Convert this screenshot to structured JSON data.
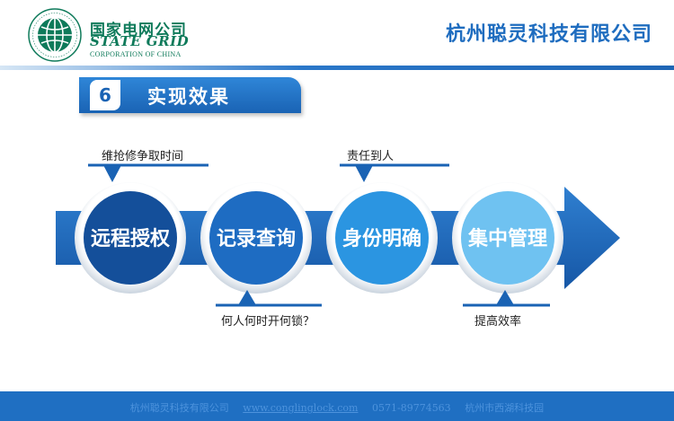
{
  "header": {
    "brand_cn": "国家电网公司",
    "brand_en": "STATE GRID",
    "brand_sub": "CORPORATION OF CHINA",
    "logo_icon": "state-grid-globe-icon",
    "company_name": "杭州聪灵科技有限公司"
  },
  "section": {
    "number": "6",
    "title": "实现效果"
  },
  "flow": {
    "steps": [
      {
        "label": "远程授权",
        "color": "#144f9a"
      },
      {
        "label": "记录查询",
        "color": "#1e6cc2"
      },
      {
        "label": "身份明确",
        "color": "#2b95e1"
      },
      {
        "label": "集中管理",
        "color": "#6fc2f1"
      }
    ],
    "notes": {
      "step1": "维抢修争取时间",
      "step2": "何人何时开何锁？",
      "step3": "责任到人",
      "step4": "提高效率"
    }
  },
  "footer": {
    "company": "杭州聪灵科技有限公司",
    "website": "www.conglinglock.com",
    "phone": "0571-89774563",
    "address": "杭州市西湖科技园"
  },
  "colors": {
    "brand_green": "#0e7a5a",
    "accent_blue": "#1e6cbf",
    "arrow_blue": "#1f66b5",
    "footer_blue": "#1f6fc2"
  }
}
